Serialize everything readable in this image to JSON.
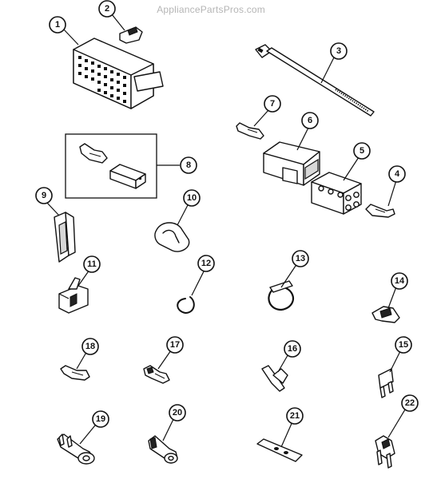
{
  "watermark": "AppliancePartsPros.com",
  "callouts": [
    "1",
    "2",
    "3",
    "4",
    "5",
    "6",
    "7",
    "8",
    "9",
    "10",
    "11",
    "12",
    "13",
    "14",
    "15",
    "16",
    "17",
    "18",
    "19",
    "20",
    "21",
    "22"
  ]
}
